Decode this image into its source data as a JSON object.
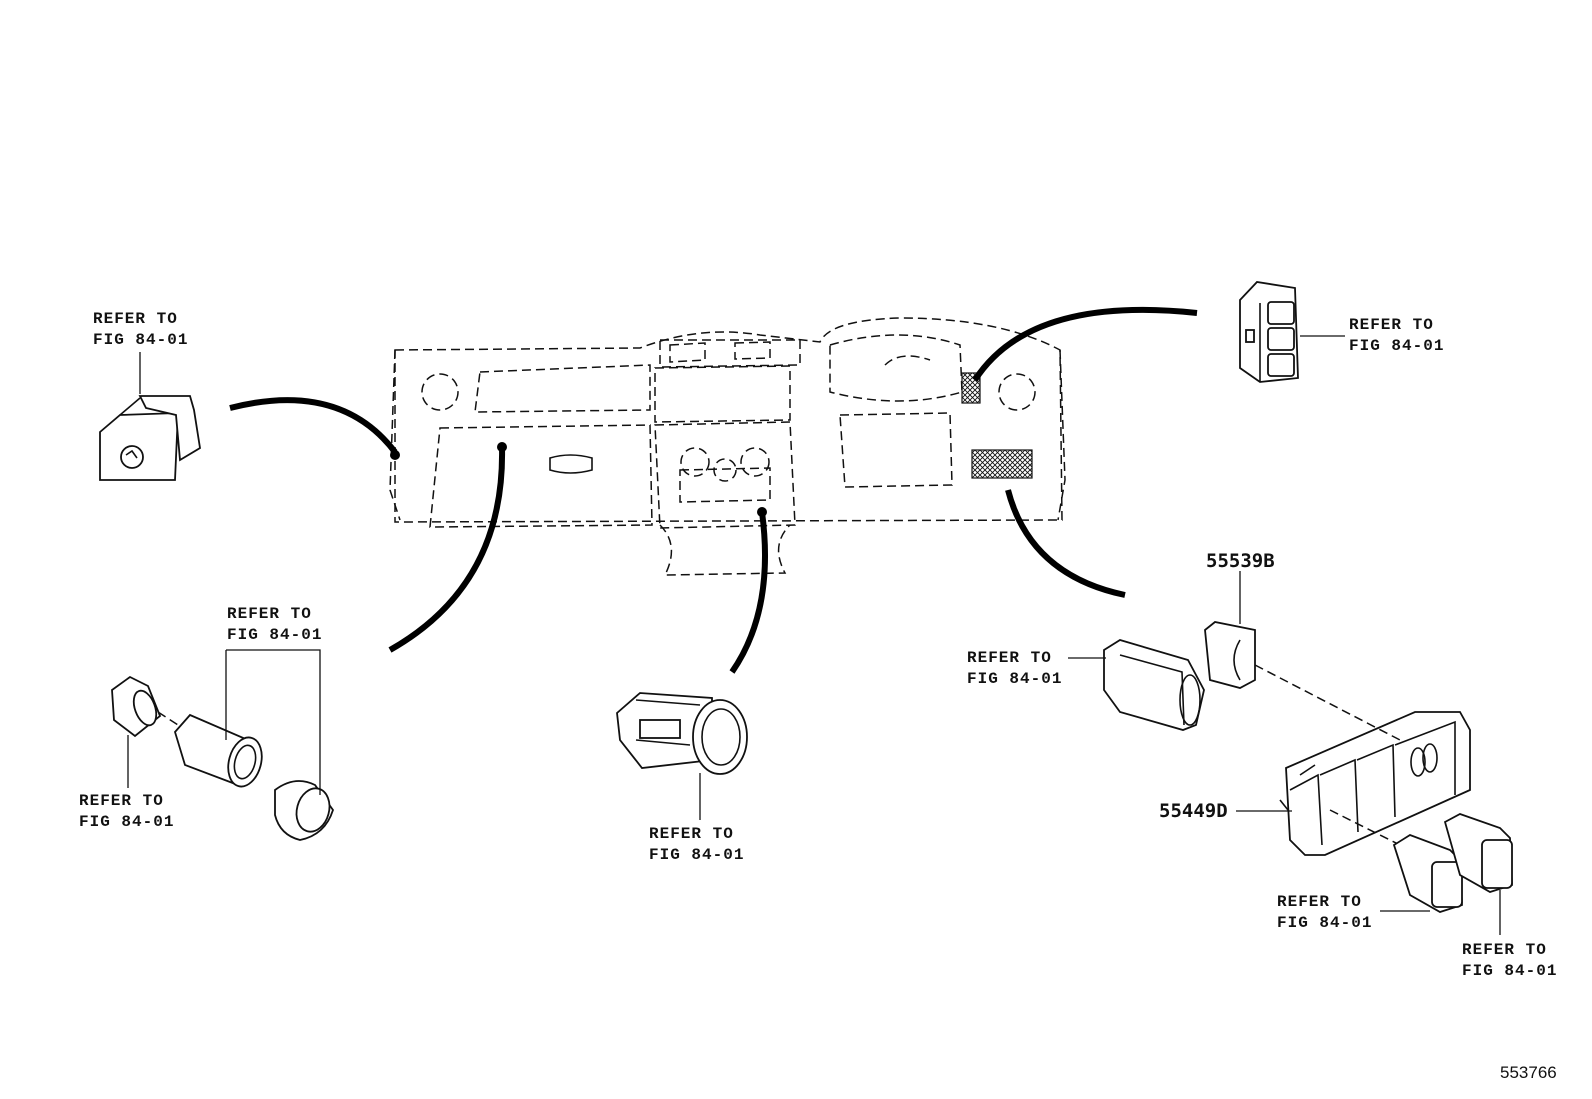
{
  "diagram": {
    "refer_line1": "REFER TO",
    "refer_line2": "FIG 84-01",
    "part_numbers": {
      "upper": "55539B",
      "lower": "55449D"
    },
    "illustration_id": "553766"
  }
}
